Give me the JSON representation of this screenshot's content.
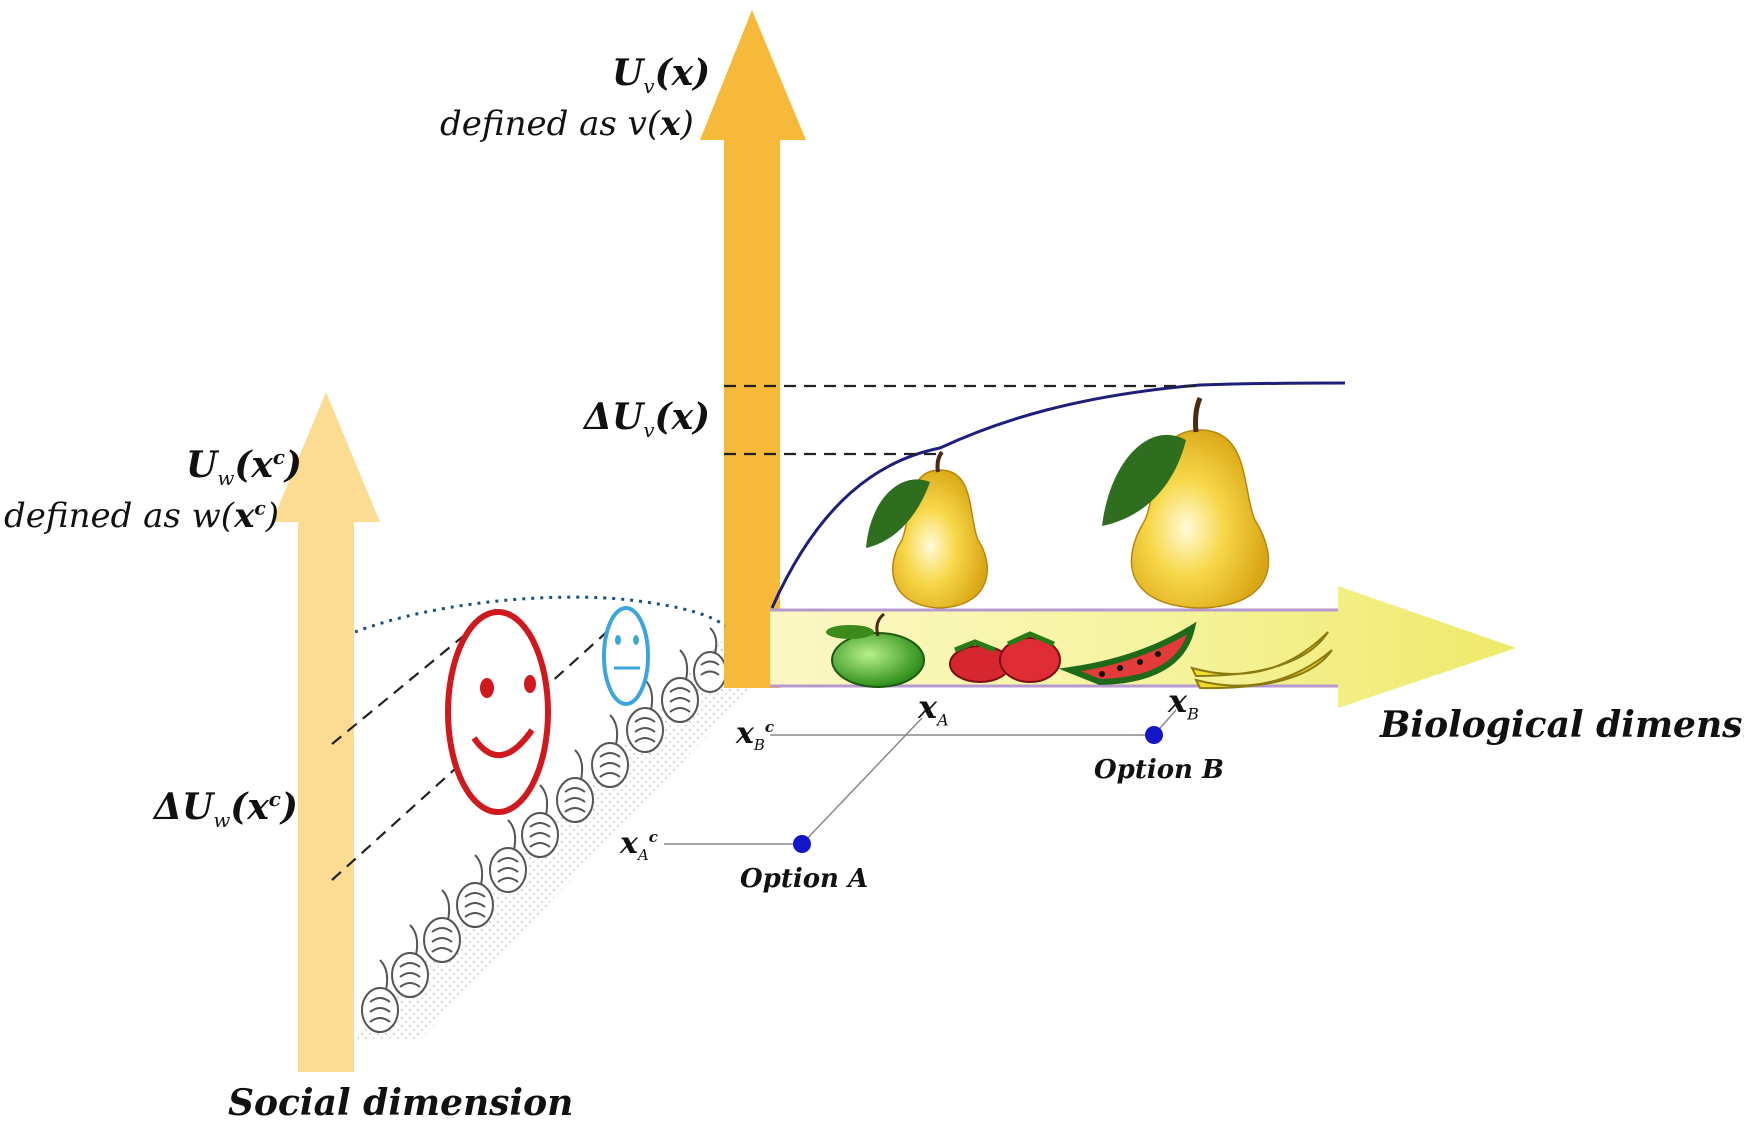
{
  "diagram": {
    "vertical_axis_biological": {
      "symbol": "U",
      "subscript": "v",
      "argument": "(x)",
      "definition_prefix": "defined as v(",
      "definition_var": "x",
      "definition_suffix": ")"
    },
    "vertical_axis_social": {
      "symbol": "U",
      "subscript": "w",
      "argument_open": "(",
      "argument_var": "x",
      "argument_sup": "c",
      "argument_close": ")",
      "definition_prefix": "defined as w(",
      "definition_var": "x",
      "definition_sup": "c",
      "definition_suffix": ")"
    },
    "delta_biological": {
      "delta": "Δ",
      "symbol": "U",
      "subscript": "v",
      "argument": "(x)"
    },
    "delta_social": {
      "delta": "Δ",
      "symbol": "U",
      "subscript": "w",
      "argument_open": "(",
      "argument_var": "x",
      "argument_sup": "c",
      "argument_close": ")"
    },
    "horizontal_axis_label": "Biological dimension",
    "bottom_axis_label": "Social dimension",
    "points": {
      "xA": {
        "var": "x",
        "subscript": "A"
      },
      "xB": {
        "var": "x",
        "subscript": "B"
      },
      "xAc": {
        "var": "x",
        "subscript": "A",
        "sup": "c"
      },
      "xBc": {
        "var": "x",
        "subscript": "B",
        "sup": "c"
      }
    },
    "option_a": "Option A",
    "option_b": "Option B",
    "icons": [
      "pear-icon",
      "apple-icon",
      "strawberry-icon",
      "watermelon-icon",
      "banana-icon",
      "smiley-face-icon",
      "neutral-face-icon",
      "thumbs-up-icon"
    ],
    "colors": {
      "biological_arrow": "#f7b93a",
      "social_arrow": "#fbdc92",
      "horizontal_arrow": "#f6f49a",
      "curve": "#1d1f7a",
      "happy_face": "#d0191d",
      "neutral_face": "#3ba6de",
      "option_point": "#1515c8",
      "pear": "#f3cf33",
      "leaf": "#2e6e1e"
    }
  }
}
